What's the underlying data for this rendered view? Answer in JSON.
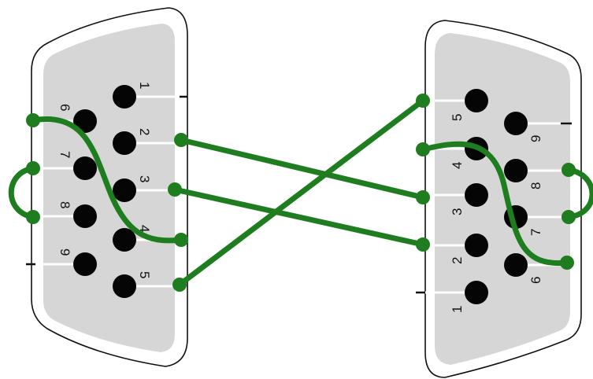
{
  "colors": {
    "wire": "#1e7d1e",
    "pin": "#050505",
    "connector_face": "#d6d6d6",
    "shell_outline": "#111111"
  },
  "left_connector": {
    "pins": [
      {
        "label": "1"
      },
      {
        "label": "2"
      },
      {
        "label": "3"
      },
      {
        "label": "4"
      },
      {
        "label": "5"
      },
      {
        "label": "6"
      },
      {
        "label": "7"
      },
      {
        "label": "8"
      },
      {
        "label": "9"
      }
    ]
  },
  "right_connector": {
    "pins": [
      {
        "label": "1"
      },
      {
        "label": "2"
      },
      {
        "label": "3"
      },
      {
        "label": "4"
      },
      {
        "label": "5"
      },
      {
        "label": "6"
      },
      {
        "label": "7"
      },
      {
        "label": "8"
      },
      {
        "label": "9"
      }
    ]
  },
  "connections": [
    {
      "from": "left-2",
      "to": "right-3"
    },
    {
      "from": "left-3",
      "to": "right-2"
    },
    {
      "from": "left-5",
      "to": "right-5"
    },
    {
      "from": "left-6",
      "to": "left-4"
    },
    {
      "from": "left-7",
      "to": "left-8"
    },
    {
      "from": "right-4",
      "to": "right-6"
    },
    {
      "from": "right-7",
      "to": "right-8"
    }
  ]
}
